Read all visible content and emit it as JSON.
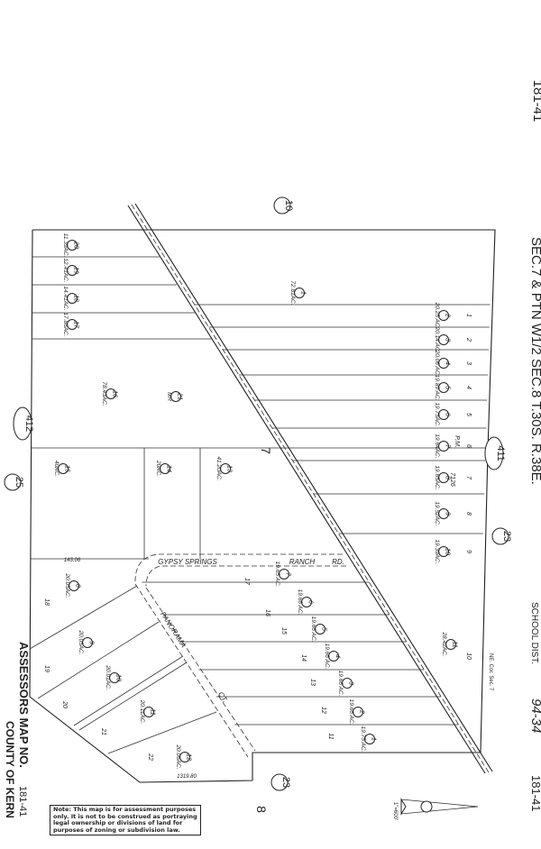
{
  "header": {
    "title": "SEC.7 & PTN W1/2 SEC.8 T.30S. R.38E.",
    "school_label": "SCHOOL DIST.",
    "school_value": "94-34",
    "map_id_top": "181-41",
    "map_id_right": "181-41"
  },
  "footer": {
    "assessors_label": "ASSESSORS MAP NO.",
    "assessors_no": "181-41",
    "county": "COUNTY OF KERN",
    "note": "Note: This map is for assessment purposes only. It is not to be construed as portraying legal ownership or divisions of land for purposes of zoning or subdivision law."
  },
  "adjacent_maps": [
    "10",
    "411",
    "23",
    "412",
    "25",
    "23"
  ],
  "sections": [
    "7",
    "8"
  ],
  "roads": {
    "gypsy": "GYPSY SPRINGS",
    "ranch": "RANCH",
    "rd": "RD.",
    "panorama": "PANORAMA",
    "ct": "CT."
  },
  "labels": {
    "pm": "P.M.",
    "pm_no": "7126",
    "corner": "NE. Cor. Sec. 7",
    "scale": "1\"=600'",
    "dim_bottom": "1319.80",
    "dim_left": "143.06"
  },
  "parcels_upper": [
    {
      "num": "1",
      "area": "72.81AC."
    },
    {
      "num": "2",
      "area": "20.25 AC."
    },
    {
      "num": "3",
      "area": "20.14 AC."
    },
    {
      "num": "4",
      "area": "20.06 AC."
    },
    {
      "num": "5",
      "area": "19.89 AC."
    },
    {
      "num": "6",
      "area": "19.75AC."
    },
    {
      "num": "7",
      "area": "19.64AC."
    },
    {
      "num": "8",
      "area": "19.65AC."
    },
    {
      "num": "9",
      "area": "19.52AC."
    },
    {
      "num": "10",
      "area": "19.39AC."
    },
    {
      "num": "11",
      "area": "28.42AC."
    }
  ],
  "lots_upper": [
    "1",
    "2",
    "3",
    "4",
    "5",
    "6",
    "7",
    "8",
    "9",
    "10"
  ],
  "parcels_lower": [
    {
      "num": "7",
      "area": "19.65 AC."
    },
    {
      "num": "6",
      "area": "19.66 AC."
    },
    {
      "num": "5",
      "area": "19.66 AC."
    },
    {
      "num": "4",
      "area": "19.66 AC."
    },
    {
      "num": "3",
      "area": "19.66 AC."
    },
    {
      "num": "2",
      "area": "19.66 AC."
    },
    {
      "num": "1",
      "area": "19.75 AC."
    }
  ],
  "lots_lower": [
    "17",
    "16",
    "15",
    "14",
    "13",
    "12",
    "11"
  ],
  "parcels_left": [
    {
      "num": "20",
      "area": "11.39AC."
    },
    {
      "num": "19",
      "area": "12.41AC."
    },
    {
      "num": "18",
      "area": "14.41AC."
    },
    {
      "num": "17",
      "area": "17.86AC."
    },
    {
      "num": "16",
      "area": "78.43AC."
    },
    {
      "num": "21",
      "area": "MR"
    },
    {
      "num": "15",
      "area": "40AC."
    },
    {
      "num": "14",
      "area": "20AC."
    },
    {
      "num": "13",
      "area": "41.20AC."
    }
  ],
  "parcels_sw": [
    {
      "num": "8",
      "area": "20.05AC."
    },
    {
      "num": "9",
      "area": "20.05AC."
    },
    {
      "num": "10",
      "area": "20.01AC."
    },
    {
      "num": "11",
      "area": "20.11AC."
    },
    {
      "num": "12",
      "area": "20.06AC."
    }
  ],
  "lots_sw": [
    "18",
    "19",
    "20",
    "21",
    "22"
  ]
}
